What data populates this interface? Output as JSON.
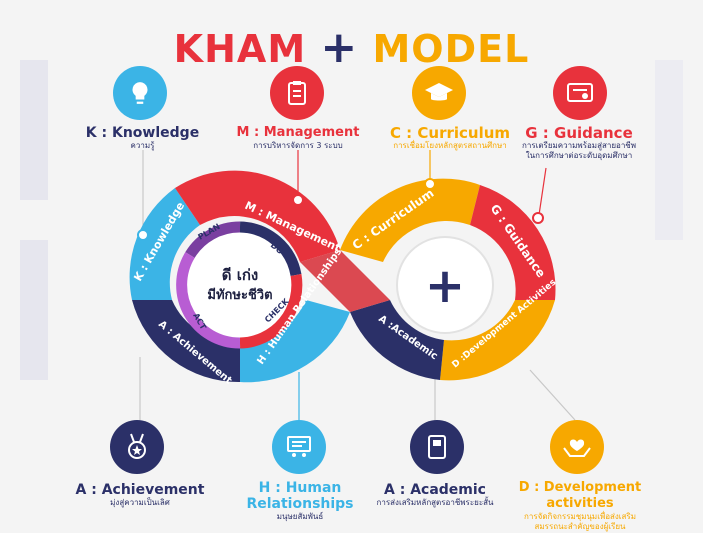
{
  "title": {
    "part1": "KHAM",
    "plus": "+",
    "part2": "MODEL"
  },
  "colors": {
    "red": "#e8323c",
    "yellow": "#f7a800",
    "navy": "#2b3068",
    "sky": "#3bb4e6",
    "dark": "#1d2040"
  },
  "top": [
    {
      "icon": "lightbulb-icon",
      "title": "K : Knowledge",
      "sub": "ความรู้"
    },
    {
      "icon": "clipboard-icon",
      "title": "M : Management",
      "sub": "การบริหารจัดการ 3 ระบบ"
    },
    {
      "icon": "graduation-cap-icon",
      "title": "C : Curriculum",
      "sub": "การเชื่อมโยงหลักสูตรสถานศึกษา"
    },
    {
      "icon": "certificate-icon",
      "title": "G : Guidance",
      "sub": "การเตรียมความพร้อมสู่สายอาชีพในการศึกษาต่อระดับอุดมศึกษา"
    }
  ],
  "bottom": [
    {
      "icon": "medal-icon",
      "title": "A : Achievement",
      "sub": "มุ่งสู่ความเป็นเลิศ"
    },
    {
      "icon": "presentation-icon",
      "title": "H : Human Relationships",
      "sub": "มนุษยสัมพันธ์"
    },
    {
      "icon": "book-icon",
      "title": "A : Academic",
      "sub": "การส่งเสริมหลักสูตรอาชีพระยะสั้น"
    },
    {
      "icon": "hands-heart-icon",
      "title": "D : Development activities",
      "sub": "การจัดกิจกรรมชุมนุมเพื่อส่งเสริมสมรรถนะสำคัญของผู้เรียน"
    }
  ],
  "loop": {
    "knowledge": "K : Knowledge",
    "management": "M : Management",
    "achievement": "A : Achievement",
    "human": "H : Human Relationships",
    "curriculum": "C : Curriculum",
    "guidance": "G : Guidance",
    "academic": "A :Academic",
    "development": "D :Development Activities"
  },
  "cycle": {
    "plan": "PLAN",
    "do": "DO",
    "check": "CHECK",
    "act": "ACT",
    "center1": "ดี เก่ง",
    "center2": "มีทักษะชีวิต"
  },
  "right_center": "+"
}
